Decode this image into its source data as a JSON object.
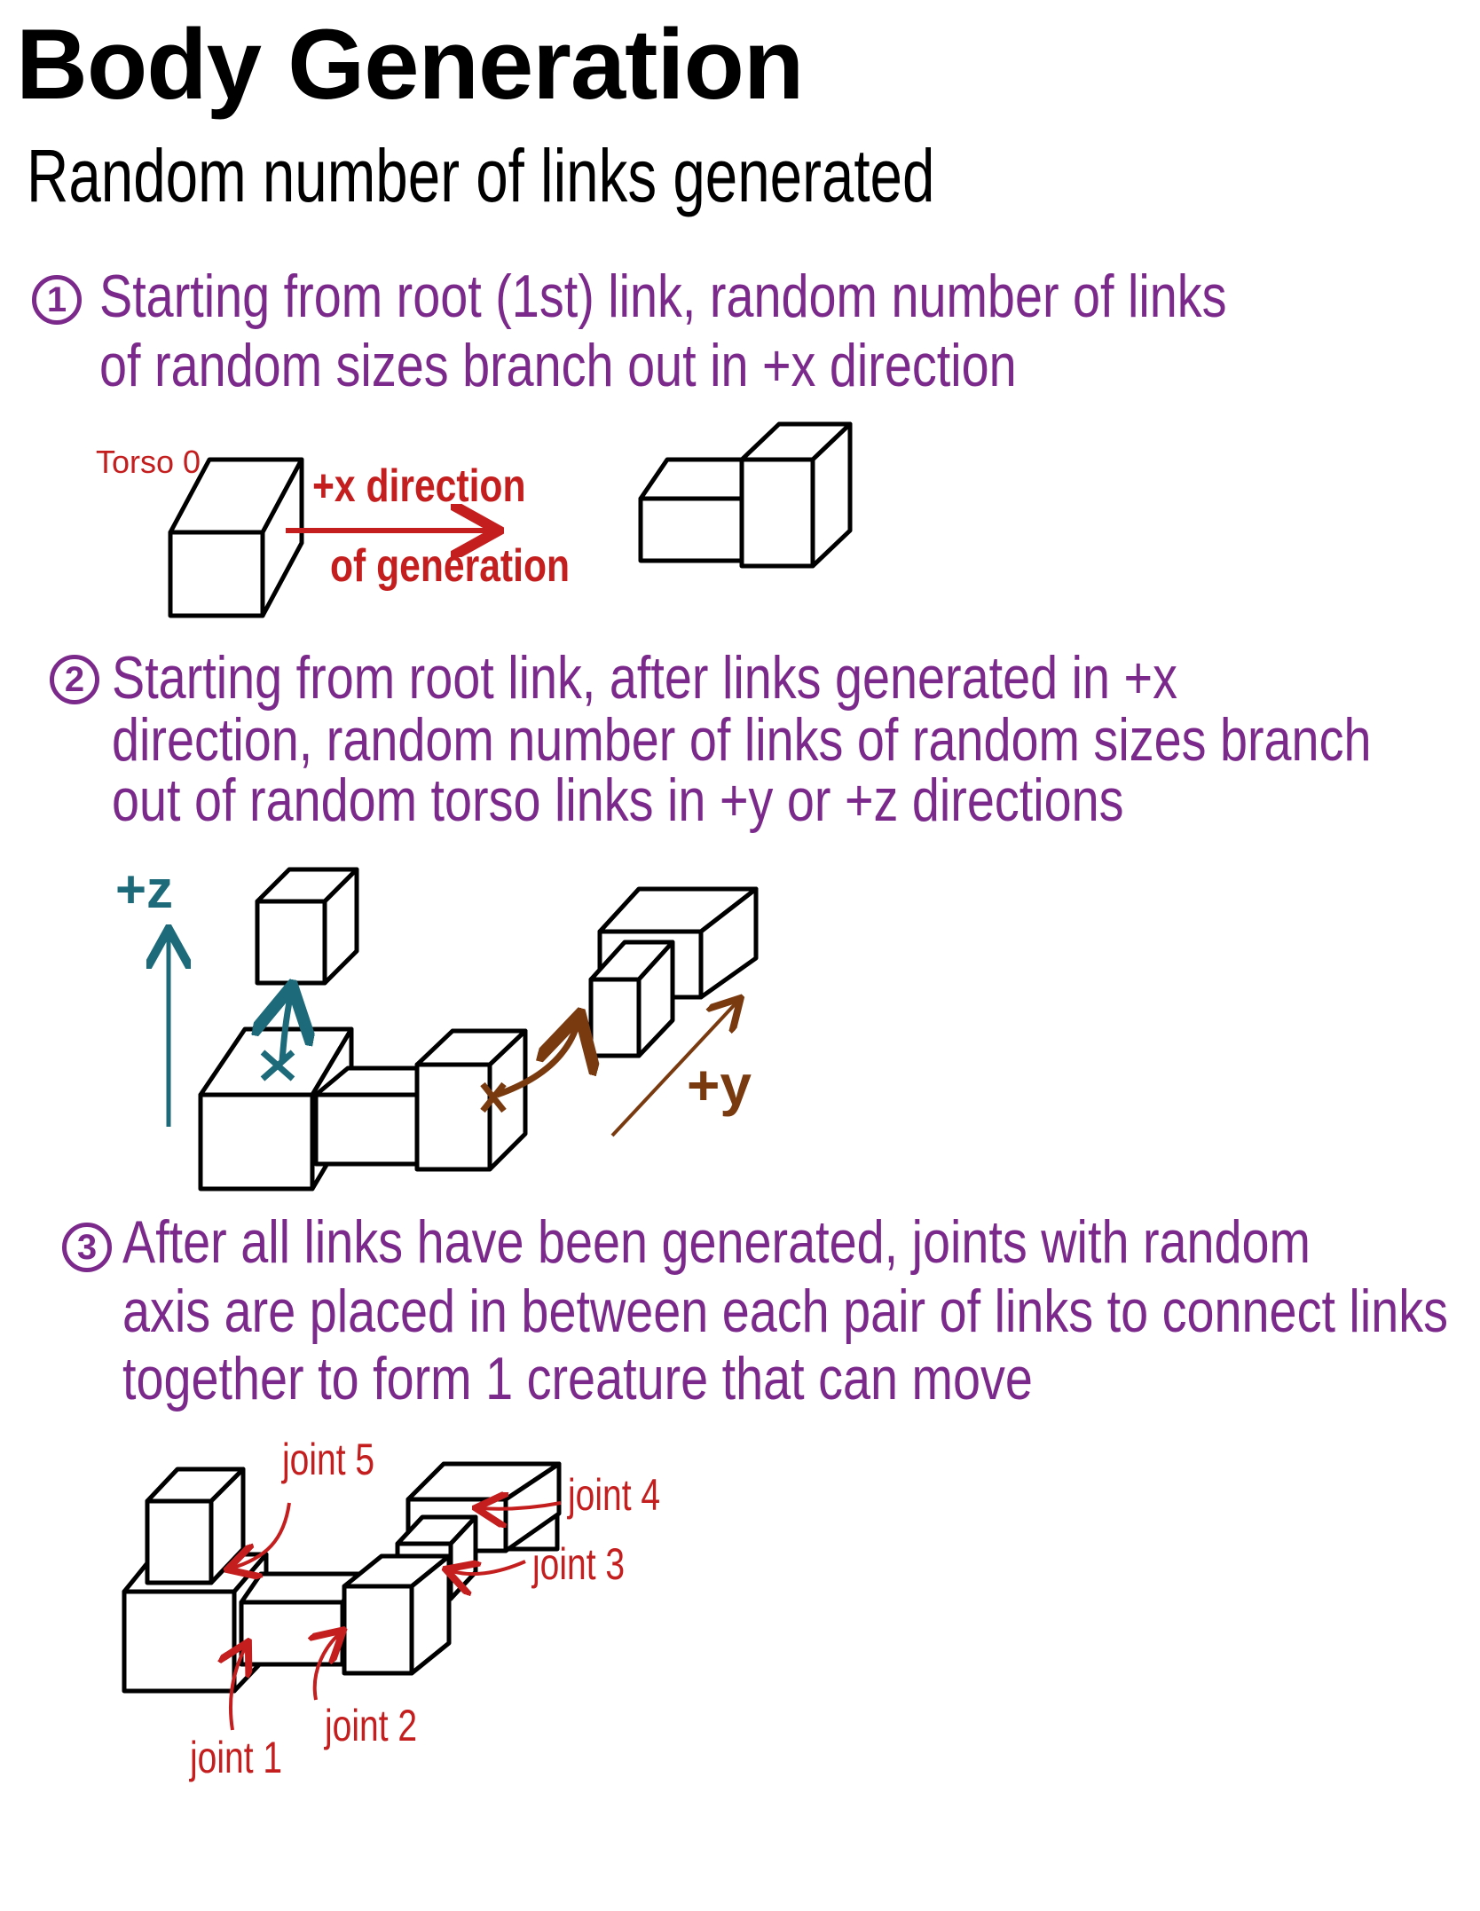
{
  "title": "Body Generation",
  "subtitle": "Random number of links generated",
  "step1": {
    "number": "1",
    "line1": "Starting from root (1st) link, random number of links",
    "line2": "of random sizes branch out in +x direction",
    "torso_label": "Torso 0",
    "direction_line1": "+x direction",
    "direction_line2": "of generation"
  },
  "step2": {
    "number": "2",
    "line1": "Starting from root link, after links generated in +x",
    "line2": "direction, random number of links of random sizes branch",
    "line3": "out of random torso links in +y or +z directions",
    "axis_z": "+z",
    "axis_y": "+y"
  },
  "step3": {
    "number": "3",
    "line1": "After all links have been generated, joints with random",
    "line2": "axis are placed in between each pair of links to connect links",
    "line3": "together to form 1 creature that can move",
    "joints": [
      "joint 1",
      "joint 2",
      "joint 3",
      "joint 4",
      "joint 5"
    ]
  },
  "colors": {
    "step_text": "#7b2a8c",
    "annotation_red": "#c41e1e",
    "axis_teal": "#1d6b7a",
    "axis_brown": "#7a3a10",
    "box_stroke": "#000000"
  }
}
